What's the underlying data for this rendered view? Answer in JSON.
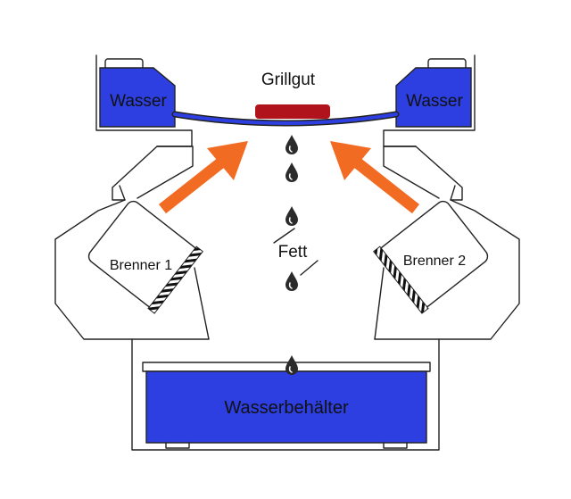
{
  "labels": {
    "water_left": "Wasser",
    "water_right": "Wasser",
    "food": "Grillgut",
    "fat": "Fett",
    "burner_left": "Brenner 1",
    "burner_right": "Brenner 2",
    "reservoir": "Wasserbehälter"
  },
  "colors": {
    "water": "#2d3fe0",
    "food": "#b0131c",
    "arrow": "#f26b22",
    "drop": "#2b2b2b",
    "outline": "#222222"
  }
}
